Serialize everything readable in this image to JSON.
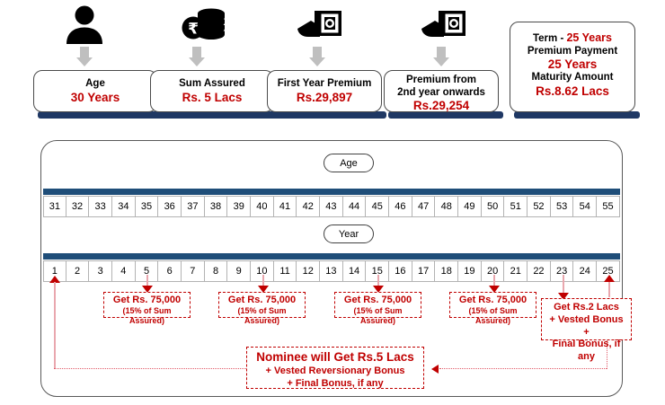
{
  "top_cards": [
    {
      "icon": "person-icon",
      "label": "Age",
      "value": "30 Years"
    },
    {
      "icon": "rupee-coins-icon",
      "label": "Sum Assured",
      "value": "Rs. 5 Lacs"
    },
    {
      "icon": "hand-cash-icon",
      "label": "First Year Premium",
      "value": "Rs.29,897"
    },
    {
      "icon": "hand-cash-icon",
      "label_line1": "Premium from",
      "label_line2": "2nd year onwards",
      "value": "Rs.29,254"
    }
  ],
  "summary_card": {
    "line1_label": "Term  - ",
    "line1_value": "25 Years",
    "line2_label": "Premium Payment",
    "line2_value": "25 Years",
    "line3_label": "Maturity Amount",
    "line3_value": "Rs.8.62 Lacs"
  },
  "timeline": {
    "age_pill": "Age",
    "year_pill": "Year",
    "age_values": [
      "31",
      "32",
      "33",
      "34",
      "35",
      "36",
      "37",
      "38",
      "39",
      "40",
      "41",
      "42",
      "43",
      "44",
      "45",
      "46",
      "47",
      "48",
      "49",
      "50",
      "51",
      "52",
      "53",
      "54",
      "55"
    ],
    "year_values": [
      "1",
      "2",
      "3",
      "4",
      "5",
      "6",
      "7",
      "8",
      "9",
      "10",
      "11",
      "12",
      "13",
      "14",
      "15",
      "16",
      "17",
      "18",
      "19",
      "20",
      "21",
      "22",
      "23",
      "24",
      "25"
    ]
  },
  "callouts": {
    "survival_benefit": {
      "main": "Get Rs. 75,000",
      "sub": "(15% of Sum Assured)",
      "at_years": [
        "5",
        "10",
        "15",
        "20"
      ]
    },
    "maturity": {
      "line1": "Get Rs.2 Lacs",
      "line2": "+ Vested Bonus +",
      "line3": "Final Bonus, if any",
      "at_year": "25"
    },
    "death_benefit": {
      "line1": "Nominee will Get Rs.5 Lacs",
      "line2": "+ Vested Reversionary Bonus",
      "line3": "+ Final Bonus, if any"
    }
  },
  "colors": {
    "accent_red": "#C00000",
    "bar_blue": "#1f4e79",
    "shadow_blue": "#1f3864",
    "connector_pink": "#e9a7ae"
  }
}
